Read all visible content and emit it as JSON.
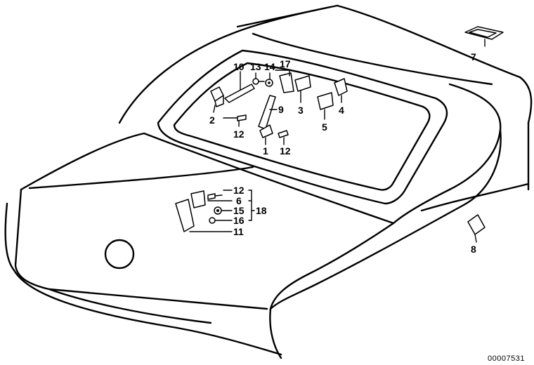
{
  "diagram": {
    "labels": {
      "p1": "1",
      "p2": "2",
      "p3": "3",
      "p4": "4",
      "p5": "5",
      "p6": "6",
      "p7": "7",
      "p8": "8",
      "p9": "9",
      "p10": "10",
      "p11": "11",
      "p12a": "12",
      "p12b": "12",
      "p12c": "12",
      "p13": "13",
      "p14": "14",
      "p15": "15",
      "p16": "16",
      "p17": "17",
      "p18": "18"
    },
    "reference_number": "00007531"
  }
}
